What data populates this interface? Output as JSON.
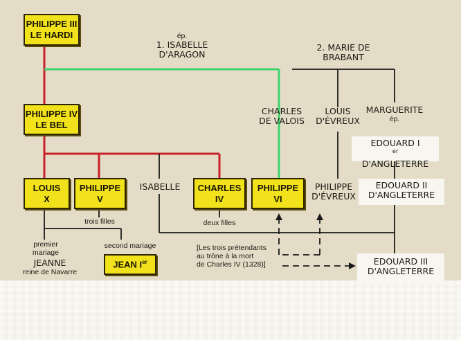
{
  "boxes": {
    "philippe3": {
      "line1": "PHILIPPE III",
      "line2": "LE HARDI"
    },
    "philippe4": {
      "line1": "PHILIPPE IV",
      "line2": "LE BEL"
    },
    "louis10": {
      "line1": "LOUIS",
      "line2": "X"
    },
    "philippe5": {
      "line1": "PHILIPPE",
      "line2": "V"
    },
    "charles4": {
      "line1": "CHARLES",
      "line2": "IV"
    },
    "philippe6": {
      "line1": "PHILIPPE",
      "line2": "VI"
    },
    "jean1": {
      "name": "JEAN I",
      "sup": "er"
    }
  },
  "labels": {
    "marriage1": {
      "ep": "ép.",
      "line1": "1. ISABELLE",
      "line2": "D'ARAGON"
    },
    "marriage2": {
      "line1": "2. MARIE DE",
      "line2": "BRABANT"
    },
    "charles_valois": {
      "line1": "CHARLES",
      "line2": "DE VALOIS"
    },
    "louis_evreux": {
      "line1": "LOUIS",
      "line2": "D'ÉVREUX"
    },
    "marguerite": {
      "line1": "MARGUERITE",
      "ep": "ép."
    },
    "edouard1": {
      "line1a": "EDOUARD I",
      "sup": "er",
      "line2": "D'ANGLETERRE"
    },
    "isabelle": "ISABELLE",
    "edouard2": {
      "line1": "EDOUARD II",
      "line2": "D'ANGLETERRE"
    },
    "philippe_evreux": {
      "line1": "PHILIPPE",
      "line2": "D'ÉVREUX"
    },
    "trois_filles": "trois filles",
    "deux_filles": "deux filles",
    "premier_mariage": {
      "line1": "premier",
      "line2": "mariage"
    },
    "jeanne": {
      "name": "JEANNE",
      "title": "reine de Navarre"
    },
    "second_mariage": "second mariage",
    "pretendants": {
      "line1": "[Les trois prétendants",
      "line2": "au trône à la mort",
      "line3": "de Charles IV (1328)]"
    },
    "edouard3": {
      "line1": "EDOUARD III",
      "line2": "D'ANGLETERRE"
    }
  },
  "colors": {
    "line_red": "#c8202a",
    "line_green": "#3bd46a",
    "line_black": "#1a1a1a",
    "box_fill": "#f1e21c",
    "background": "#e4dcc6"
  }
}
